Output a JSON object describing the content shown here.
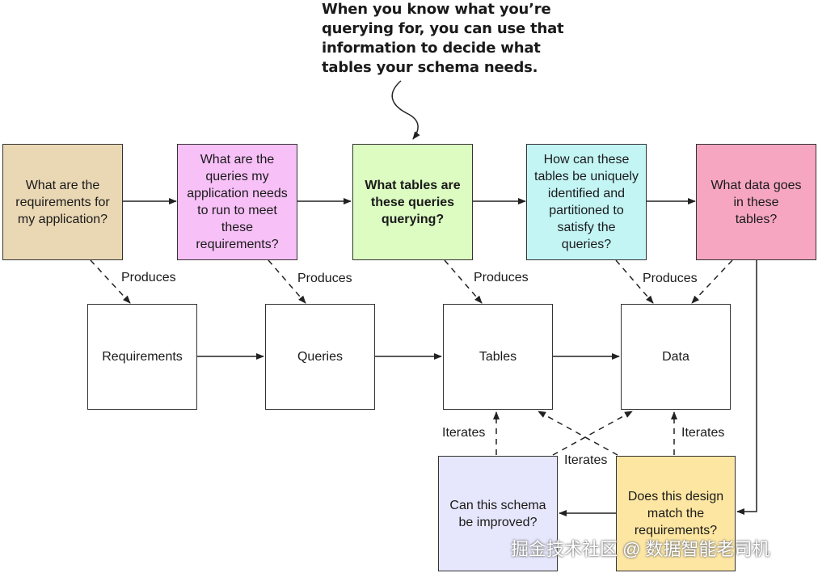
{
  "callout": {
    "text": "When you know what you’re\nquerying for, you can use that\ninformation to decide what\ntables your schema needs."
  },
  "questions": {
    "requirements": "What are the\nrequirements for\nmy application?",
    "queries": "What are the\nqueries my\napplication needs\nto run to meet\nthese\nrequirements?",
    "tables": "What tables are\nthese queries\nquerying?",
    "keys": "How can these\ntables be uniquely\nidentified and\npartitioned to\nsatisfy the\nqueries?",
    "data": "What data goes\nin these\ntables?"
  },
  "colors": {
    "requirements": "#ead8b4",
    "queries": "#f7c0f7",
    "tables": "#dcfcc2",
    "keys": "#c4f5f5",
    "data": "#f7a6c2",
    "improve": "#e6e6fc",
    "match": "#fde6a2"
  },
  "artifacts": {
    "requirements": "Requirements",
    "queries": "Queries",
    "tables": "Tables",
    "data": "Data"
  },
  "loop": {
    "improve": "Can this schema\nbe improved?",
    "match": "Does this design\nmatch the\nrequirements?"
  },
  "labels": {
    "produces": "Produces",
    "iterates": "Iterates"
  },
  "watermark": "掘金技术社区 @ 数据智能老司机"
}
